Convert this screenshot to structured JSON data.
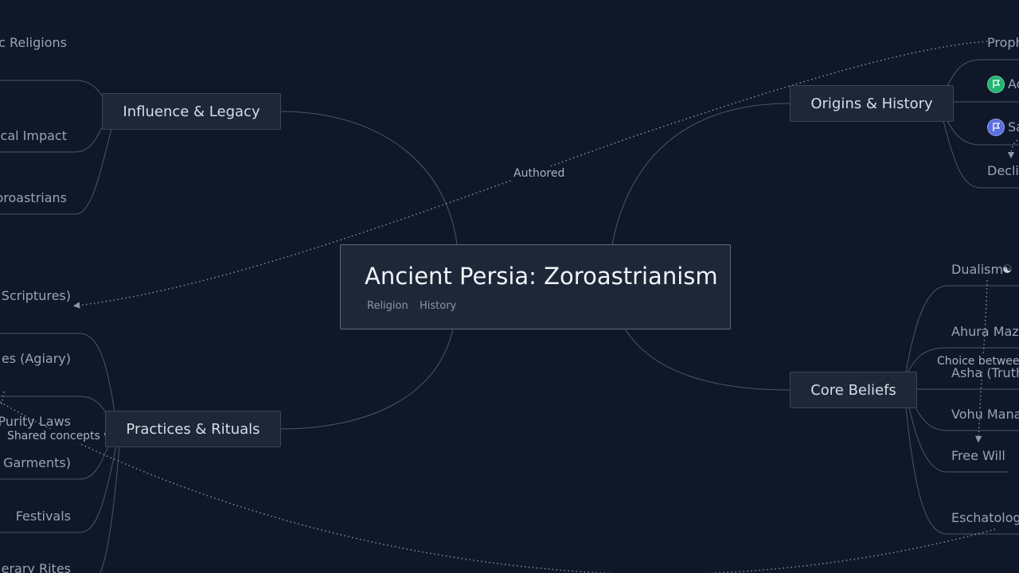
{
  "root": {
    "title": "Ancient Persia: Zoroastrianism",
    "tags": [
      "Religion",
      "History"
    ]
  },
  "branches": {
    "influence": "Influence & Legacy",
    "origins": "Origins & History",
    "practices": "Practices & Rituals",
    "core": "Core Beliefs"
  },
  "leaves": {
    "abrahamic": "c Religions",
    "political": "cal Impact",
    "modern": "oroastrians",
    "scriptures": "Scriptures)",
    "fire_temples": "es (Agiary)",
    "purity": "Purity Laws",
    "garments": "Garments)",
    "festivals": "Festivals",
    "funerary": "erary Rites",
    "prophet": "Proph",
    "achaemenid": "Ac",
    "sasanian": "Sa",
    "decline": "Decli",
    "dualism": "Dualism",
    "ahura": "Ahura Maz",
    "asha": "Asha (Truth",
    "vohu": "Vohu Mana",
    "free_will": "Free Will",
    "eschatology": "Eschatolog"
  },
  "edge_labels": {
    "authored": "Authored",
    "shared": "Shared concepts with",
    "choice": "Choice betwee"
  },
  "icons": {
    "dualism": "yin-yang-icon",
    "achaemenid": "flag-icon",
    "sasanian": "flag-icon"
  },
  "colors": {
    "background": "#0f1728",
    "node_fill": "#1d2738",
    "achaemenid_badge": "#22b573",
    "sasanian_badge": "#5b6ee0"
  }
}
